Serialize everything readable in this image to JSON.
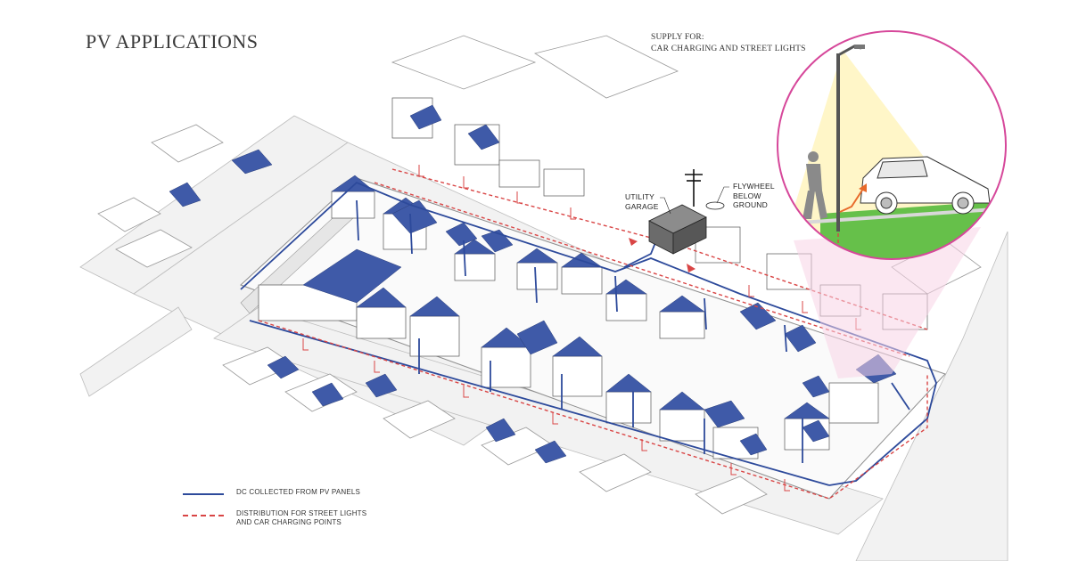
{
  "title": "PV APPLICATIONS",
  "supply_label": {
    "line1": "SUPPLY FOR:",
    "line2": "CAR CHARGING AND STREET LIGHTS"
  },
  "callouts": {
    "utility_garage": {
      "line1": "UTILITY",
      "line2": "GARAGE"
    },
    "flywheel": {
      "line1": "FLYWHEEL",
      "line2": "BELOW",
      "line3": "GROUND"
    }
  },
  "legend": {
    "dc_label": "DC COLLECTED FROM PV PANELS",
    "distribution_line1": "DISTRIBUTION FOR STREET LIGHTS",
    "distribution_line2": "AND CAR CHARGING POINTS"
  },
  "colors": {
    "dc_line": "#2d4a9b",
    "distribution_line": "#d94545",
    "pv_panel": "#3f5aa8",
    "inset_circle": "#d6479a",
    "grass": "#66c04a",
    "lamp_glow": "#fff6c8"
  }
}
